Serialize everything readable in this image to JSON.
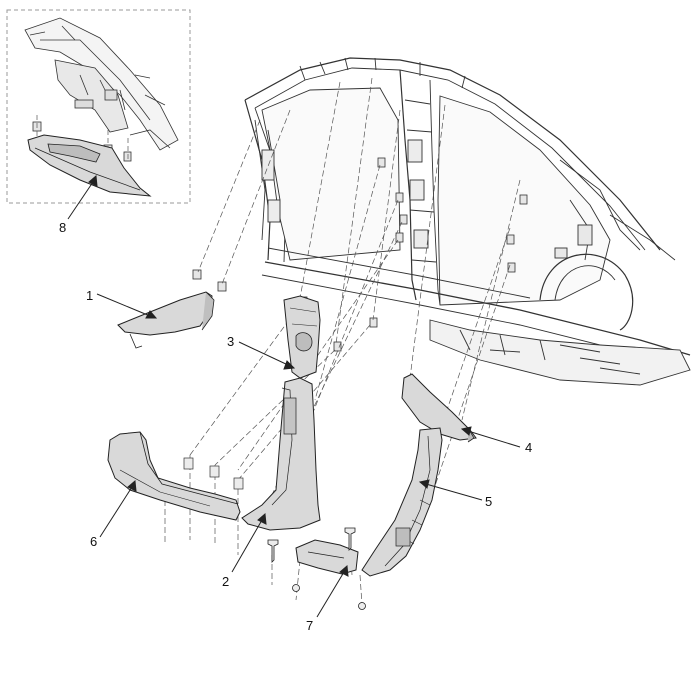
{
  "diagram": {
    "callouts": [
      {
        "id": "1",
        "label": "1"
      },
      {
        "id": "2",
        "label": "2"
      },
      {
        "id": "3",
        "label": "3"
      },
      {
        "id": "4",
        "label": "4"
      },
      {
        "id": "5",
        "label": "5"
      },
      {
        "id": "6",
        "label": "6"
      },
      {
        "id": "7",
        "label": "7"
      },
      {
        "id": "8",
        "label": "8"
      }
    ],
    "colors": {
      "line": "#222222",
      "part_fill": "#d9d9d9",
      "part_fill_light": "#ececec",
      "dash": "#555555",
      "inset_border": "#9a9a9a"
    }
  }
}
